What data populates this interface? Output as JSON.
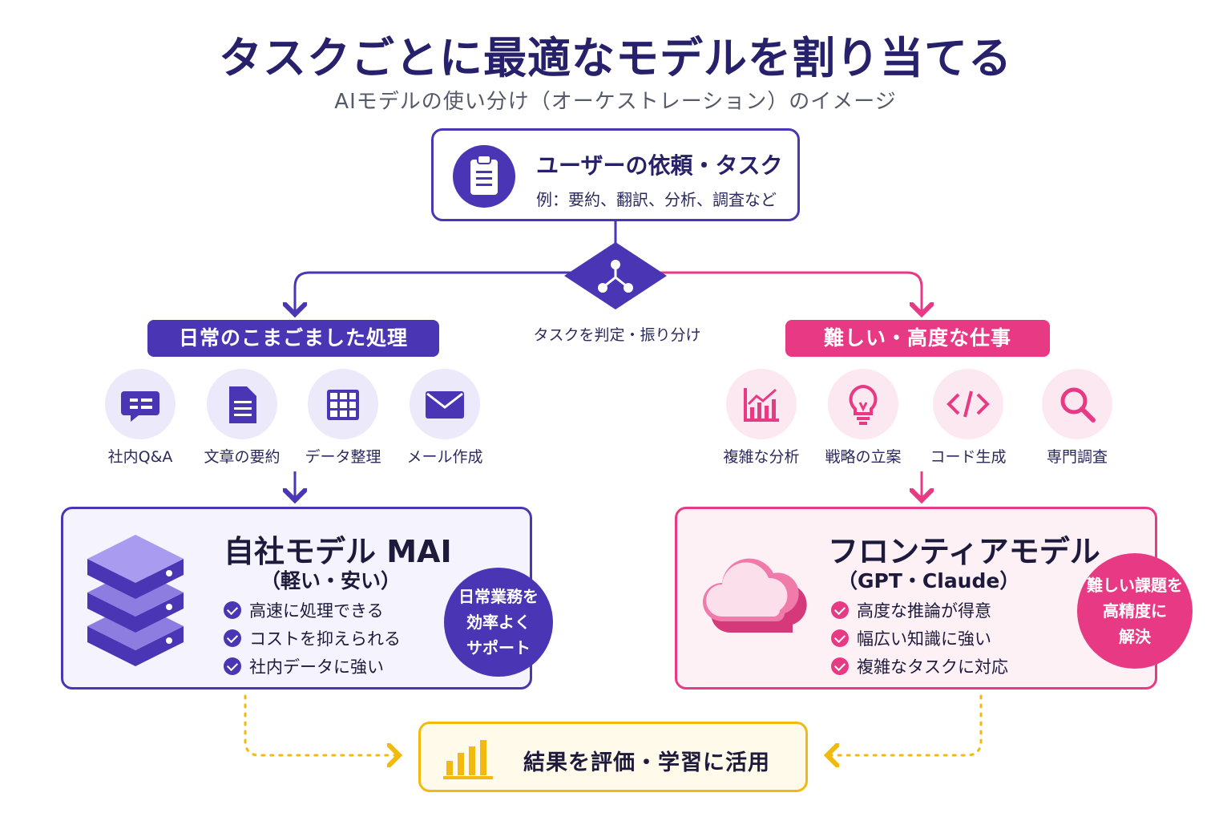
{
  "title": "タスクごとに最適なモデルを割り当てる",
  "subtitle": "AIモデルの使い分け（オーケストレーション）のイメージ",
  "task": {
    "title": "ユーザーの依頼・タスク",
    "example": "例：要約、翻訳、分析、調査など",
    "icon": "clipboard-icon"
  },
  "router": {
    "label": "タスクを判定・振り分け",
    "icon": "share-nodes-icon"
  },
  "left_branch": {
    "label": "日常のこまごました処理",
    "tasks": [
      {
        "label": "社内Q&A",
        "icon": "chat-icon"
      },
      {
        "label": "文章の要約",
        "icon": "document-icon"
      },
      {
        "label": "データ整理",
        "icon": "table-icon"
      },
      {
        "label": "メール作成",
        "icon": "mail-icon"
      }
    ]
  },
  "right_branch": {
    "label": "難しい・高度な仕事",
    "tasks": [
      {
        "label": "複雑な分析",
        "icon": "chart-icon"
      },
      {
        "label": "戦略の立案",
        "icon": "lightbulb-icon"
      },
      {
        "label": "コード生成",
        "icon": "code-icon"
      },
      {
        "label": "専門調査",
        "icon": "search-icon"
      }
    ]
  },
  "mai_model": {
    "title": "自社モデル MAI",
    "subtitle": "（軽い・安い）",
    "features": [
      "高速に処理できる",
      "コストを抑えられる",
      "社内データに強い"
    ],
    "badge": [
      "日常業務を",
      "効率よく",
      "サポート"
    ],
    "icon": "server-stack-icon"
  },
  "frontier_model": {
    "title": "フロンティアモデル",
    "subtitle": "（GPT・Claude）",
    "features": [
      "高度な推論が得意",
      "幅広い知識に強い",
      "複雑なタスクに対応"
    ],
    "badge": [
      "難しい課題を",
      "高精度に",
      "解決"
    ],
    "icon": "cloud-icon"
  },
  "result": {
    "label": "結果を評価・学習に活用",
    "icon": "bar-chart-icon"
  },
  "colors": {
    "purple": "#4a35b5",
    "pink": "#e83a84",
    "yellow": "#f2b90f",
    "navy": "#27216b"
  }
}
